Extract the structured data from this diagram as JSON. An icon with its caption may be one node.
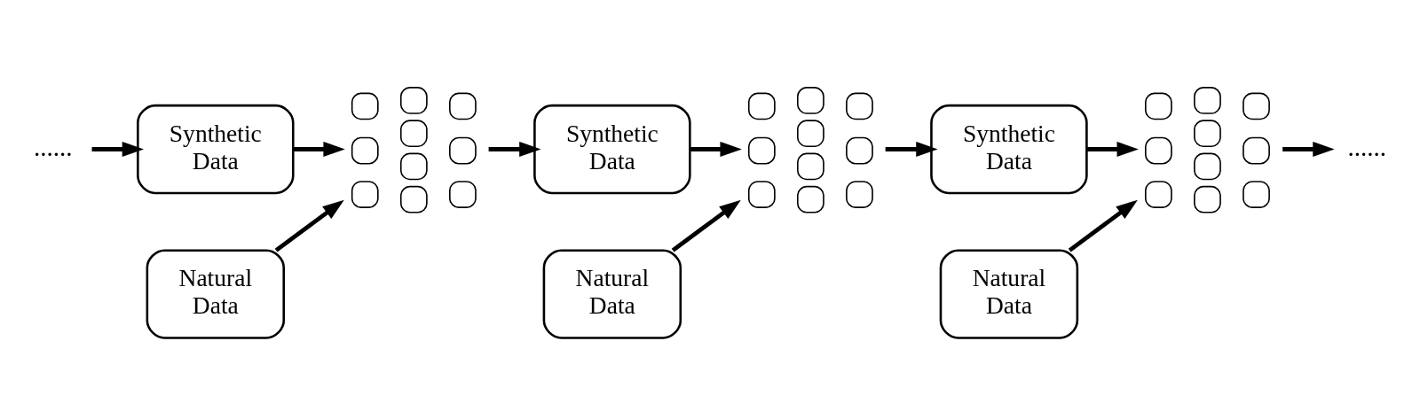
{
  "diagram": {
    "nodes": [
      {
        "text": [
          "......"
        ]
      },
      {
        "text": [
          "Synthetic Data"
        ]
      },
      {
        "text": [],
        "shape": "picture"
      },
      {
        "text": [
          "Synthetic Data"
        ]
      },
      {
        "text": [],
        "shape": "picture"
      },
      {
        "text": [
          "Synthetic Data"
        ]
      },
      {
        "text": [],
        "shape": "picture"
      },
      {
        "text": [
          "......"
        ]
      },
      {
        "text": [
          "Natural Data"
        ]
      },
      {
        "text": [
          "Natural Data"
        ]
      },
      {
        "text": [
          "Natural Data"
        ]
      }
    ],
    "edges": [
      {
        "from": 0,
        "to": 1,
        "arrow": "to"
      },
      {
        "from": 1,
        "to": 2,
        "arrow": "to"
      },
      {
        "from": 8,
        "to": 2,
        "arrow": "to"
      },
      {
        "from": 2,
        "to": 3,
        "arrow": "to"
      },
      {
        "from": 3,
        "to": 4,
        "arrow": "to"
      },
      {
        "from": 9,
        "to": 4,
        "arrow": "to"
      },
      {
        "from": 4,
        "to": 5,
        "arrow": "to"
      },
      {
        "from": 5,
        "to": 6,
        "arrow": "to"
      },
      {
        "from": 10,
        "to": 6,
        "arrow": "to"
      },
      {
        "from": 6,
        "to": 7,
        "arrow": "to"
      }
    ]
  }
}
